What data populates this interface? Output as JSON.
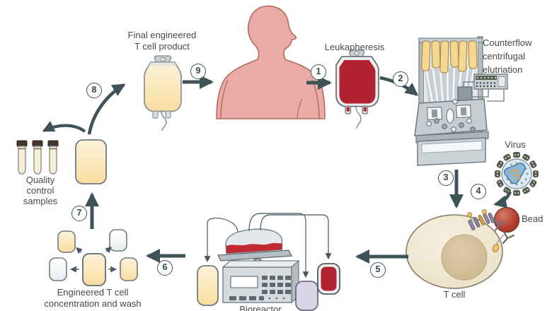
{
  "labels": {
    "final_product": "Final engineered\nT cell product",
    "leukapheresis": "Leukapheresis",
    "elutriation": "Counterflow\ncentrifugal\nelutriation",
    "virus": "Virus",
    "bead": "Bead",
    "t_cell": "T cell",
    "bioreactor": "Bioreactor",
    "wash": "Engineered T cell\nconcentration and wash",
    "qc_samples": "Quality\ncontrol\nsamples"
  },
  "steps": [
    "1",
    "2",
    "3",
    "4",
    "5",
    "6",
    "7",
    "8",
    "9"
  ],
  "colors": {
    "arrow": "#3d5358",
    "blood_red": "#b32231",
    "bag_yellow": "#fbe3a8",
    "body_skin": "#e9aba3",
    "bead_red": "#b5402f",
    "lavender_bag": "#d9d4e6",
    "virus_blue": "#d9e9f5",
    "t_cell_fill": "#efe7d2",
    "label_text": "#4b4945"
  }
}
